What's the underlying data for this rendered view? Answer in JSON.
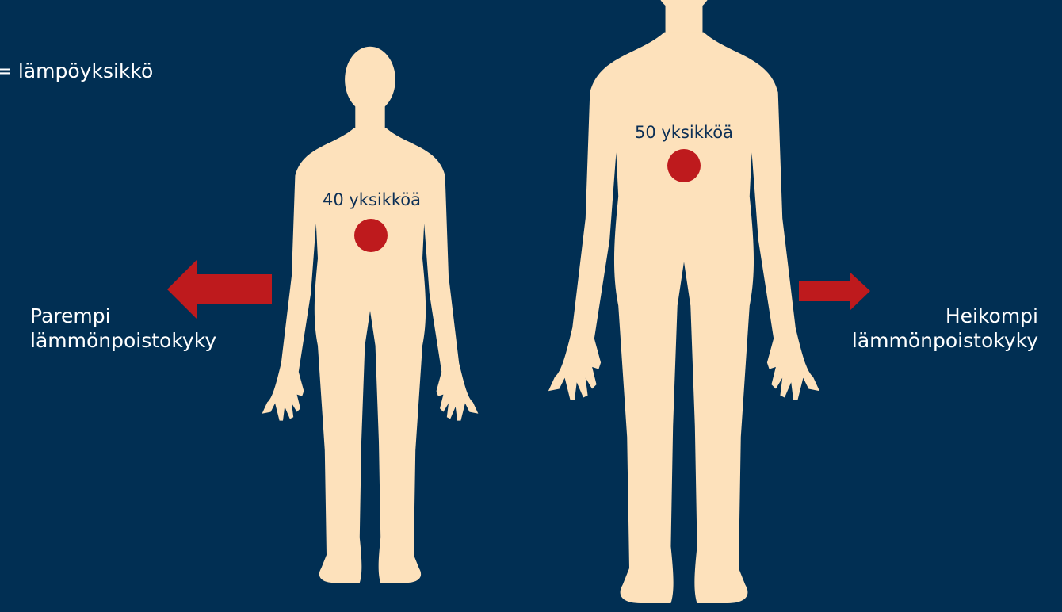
{
  "legend": {
    "text": "= lämpöyksikkö"
  },
  "small_figure": {
    "units_label": "40 yksikköä"
  },
  "large_figure": {
    "units_label": "50 yksikköä"
  },
  "left_caption": {
    "line1": "Parempi",
    "line2": "lämmönpoistokyky"
  },
  "right_caption": {
    "line1": "Heikompi",
    "line2": "lämmönpoistokyky"
  },
  "colors": {
    "background": "#012f53",
    "body": "#fde1bb",
    "heat": "#be1a1d",
    "text": "#ffffff",
    "label_text": "#0c2f55"
  }
}
